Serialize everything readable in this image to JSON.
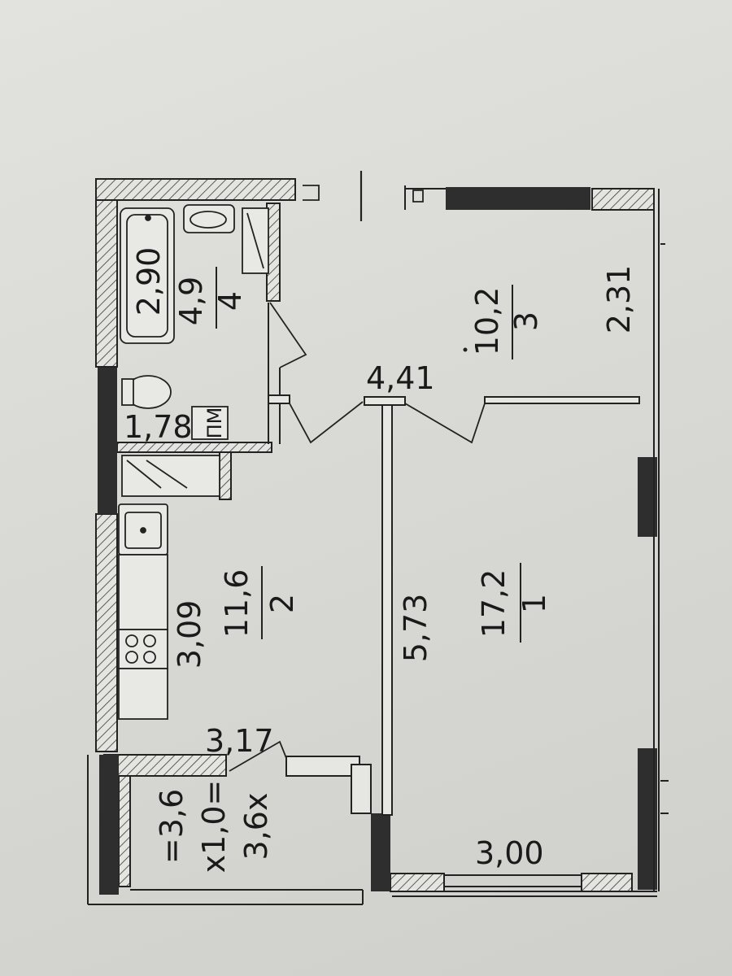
{
  "rooms": [
    {
      "number": "1",
      "area": "17,2"
    },
    {
      "number": "2",
      "area": "11,6"
    },
    {
      "number": "3",
      "area": "10,2"
    },
    {
      "number": "4",
      "area": "4,9"
    }
  ],
  "balcony": {
    "line1": "3,6x",
    "line2": "x1,0=",
    "line3": "=3,6"
  },
  "dimensions": {
    "d_2_90": "2,90",
    "d_1_78": "1,78",
    "d_4_41": "4,41",
    "d_2_31": "2,31",
    "d_3_09": "3,09",
    "d_5_73": "5,73",
    "d_3_17": "3,17",
    "d_3_00": "3,00"
  },
  "labels": {
    "pm": "ПМ"
  },
  "colors": {
    "paper": "#d8d8d4",
    "ink": "#1a1a1a",
    "concrete": "#2e2e2e"
  }
}
